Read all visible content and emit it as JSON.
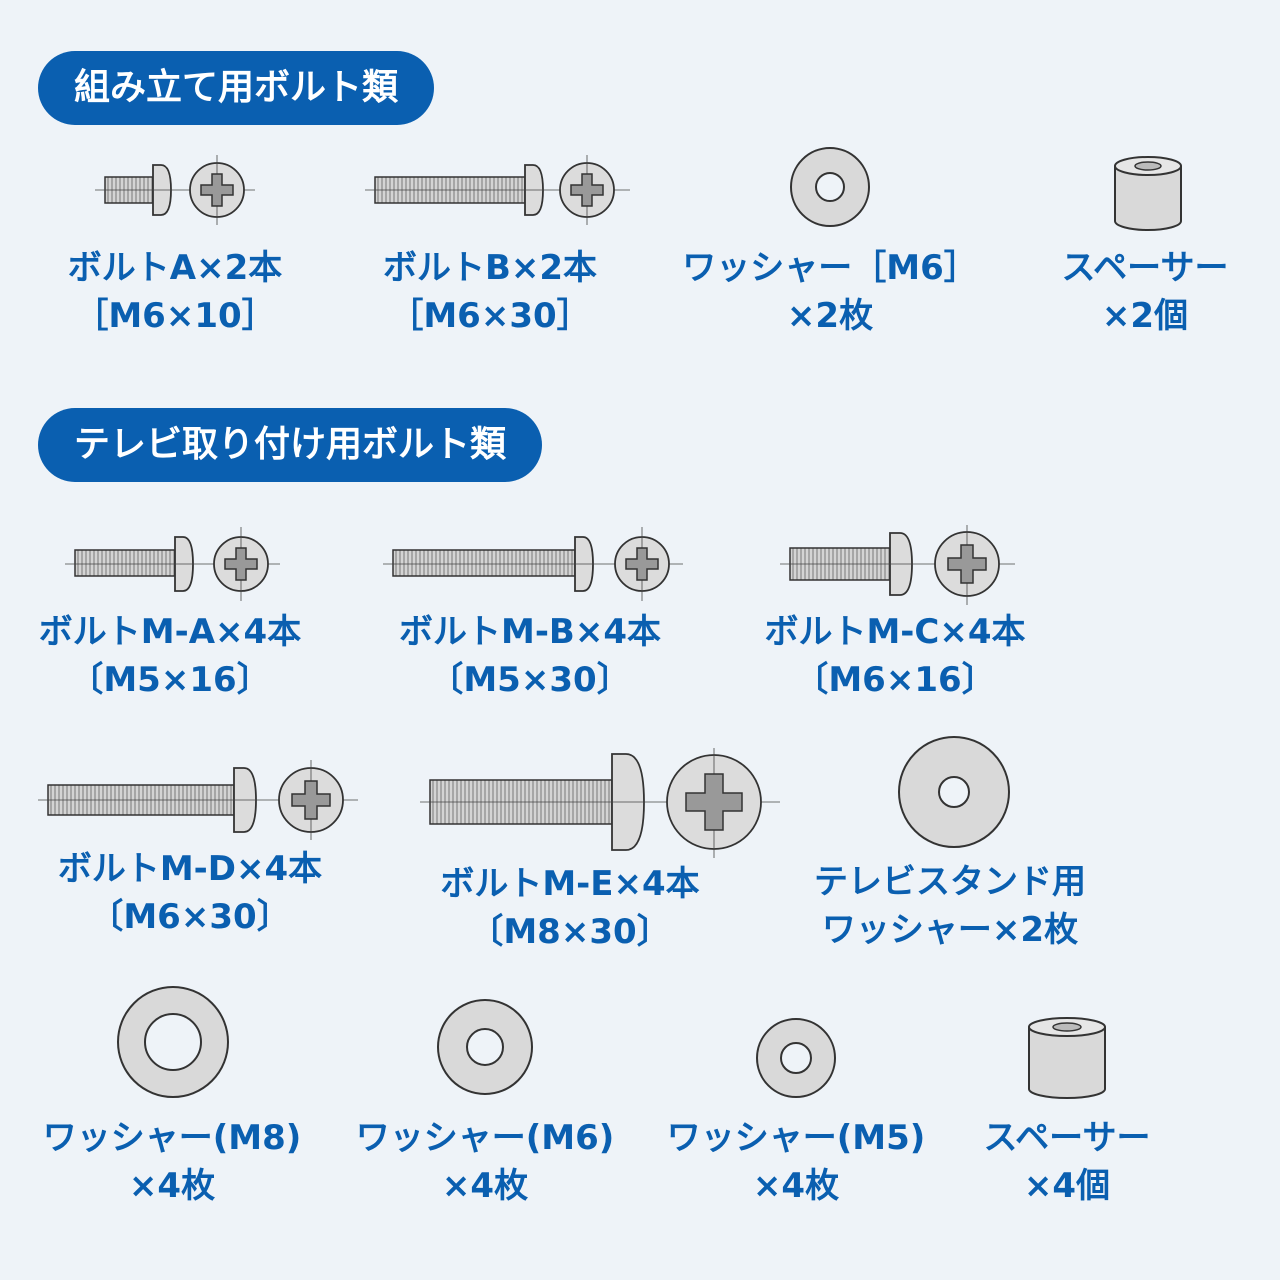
{
  "sections": {
    "assembly": {
      "title": "組み立て用ボルト類",
      "items": [
        {
          "icon": "bolt-icon",
          "line1": "ボルトA×2本",
          "line2": "［M6×10］"
        },
        {
          "icon": "bolt-icon",
          "line1": "ボルトB×2本",
          "line2": "［M6×30］"
        },
        {
          "icon": "washer-icon",
          "line1": "ワッシャー［M6］",
          "line2": "×2枚"
        },
        {
          "icon": "spacer-icon",
          "line1": "スペーサー",
          "line2": "×2個"
        }
      ]
    },
    "tv": {
      "title": "テレビ取り付け用ボルト類",
      "items": [
        {
          "icon": "bolt-icon",
          "line1": "ボルトM-A×4本",
          "line2": "〔M5×16〕"
        },
        {
          "icon": "bolt-icon",
          "line1": "ボルトM-B×4本",
          "line2": "〔M5×30〕"
        },
        {
          "icon": "bolt-icon",
          "line1": "ボルトM-C×4本",
          "line2": "〔M6×16〕"
        },
        {
          "icon": "bolt-icon",
          "line1": "ボルトM-D×4本",
          "line2": "〔M6×30〕"
        },
        {
          "icon": "bolt-icon",
          "line1": "ボルトM-E×4本",
          "line2": "〔M8×30〕"
        },
        {
          "icon": "washer-icon",
          "line1": "テレビスタンド用",
          "line2": "ワッシャー×2枚"
        },
        {
          "icon": "washer-icon",
          "line1": "ワッシャー(M8)",
          "line2": "×4枚"
        },
        {
          "icon": "washer-icon",
          "line1": "ワッシャー(M6)",
          "line2": "×4枚"
        },
        {
          "icon": "washer-icon",
          "line1": "ワッシャー(M5)",
          "line2": "×4枚"
        },
        {
          "icon": "spacer-icon",
          "line1": "スペーサー",
          "line2": "×4個"
        }
      ]
    }
  },
  "colors": {
    "accent": "#0a5fb0",
    "background": "#eef3f8",
    "metal": "#d9d9d9",
    "outline": "#333333"
  }
}
